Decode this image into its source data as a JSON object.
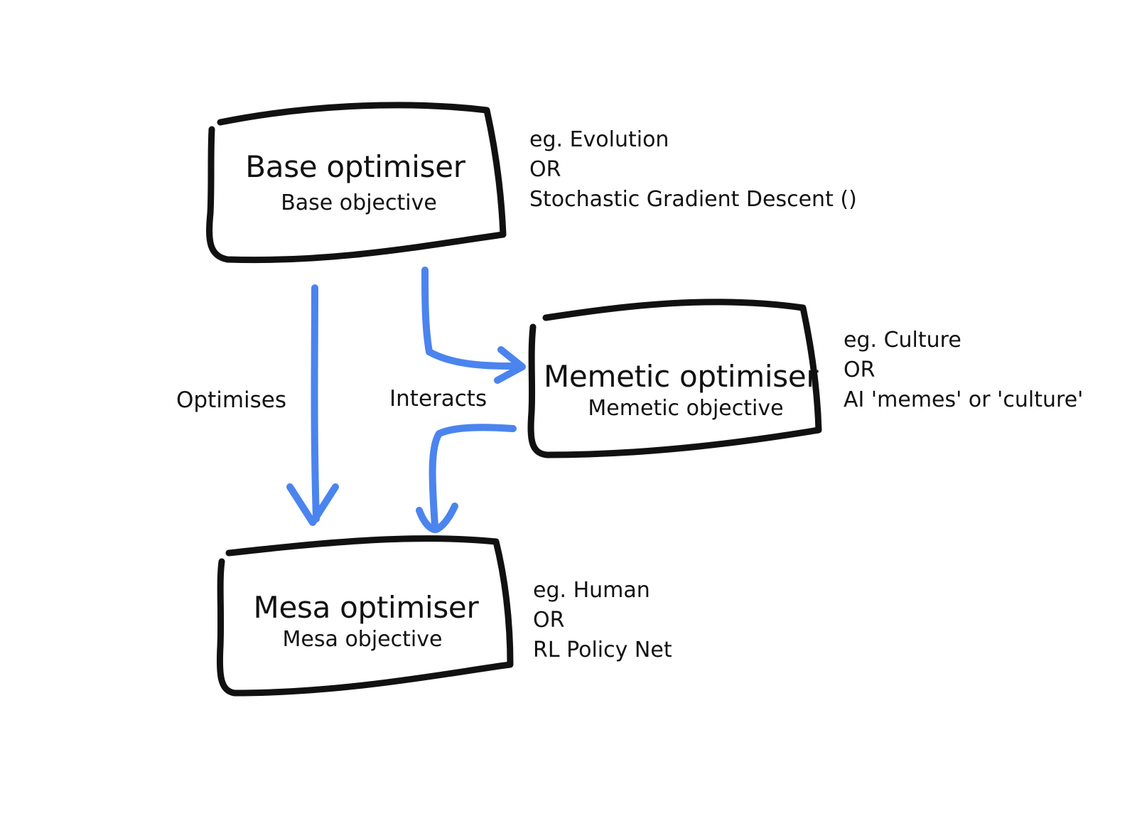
{
  "nodes": {
    "base": {
      "title": "Base optimiser",
      "subtitle": "Base objective",
      "examples": [
        "eg. Evolution",
        "OR",
        "Stochastic Gradient Descent ()"
      ]
    },
    "memetic": {
      "title": "Memetic optimiser",
      "subtitle": "Memetic objective",
      "examples": [
        "eg. Culture",
        "OR",
        "AI 'memes' or 'culture'"
      ]
    },
    "mesa": {
      "title": "Mesa optimiser",
      "subtitle": "Mesa objective",
      "examples": [
        "eg. Human",
        "OR",
        "RL Policy Net"
      ]
    }
  },
  "edges": {
    "optimises_label": "Optimises",
    "interacts_label": "Interacts"
  },
  "colors": {
    "box_stroke": "#111111",
    "arrow": "#4b84ee",
    "text": "#111111",
    "background": "#ffffff"
  }
}
